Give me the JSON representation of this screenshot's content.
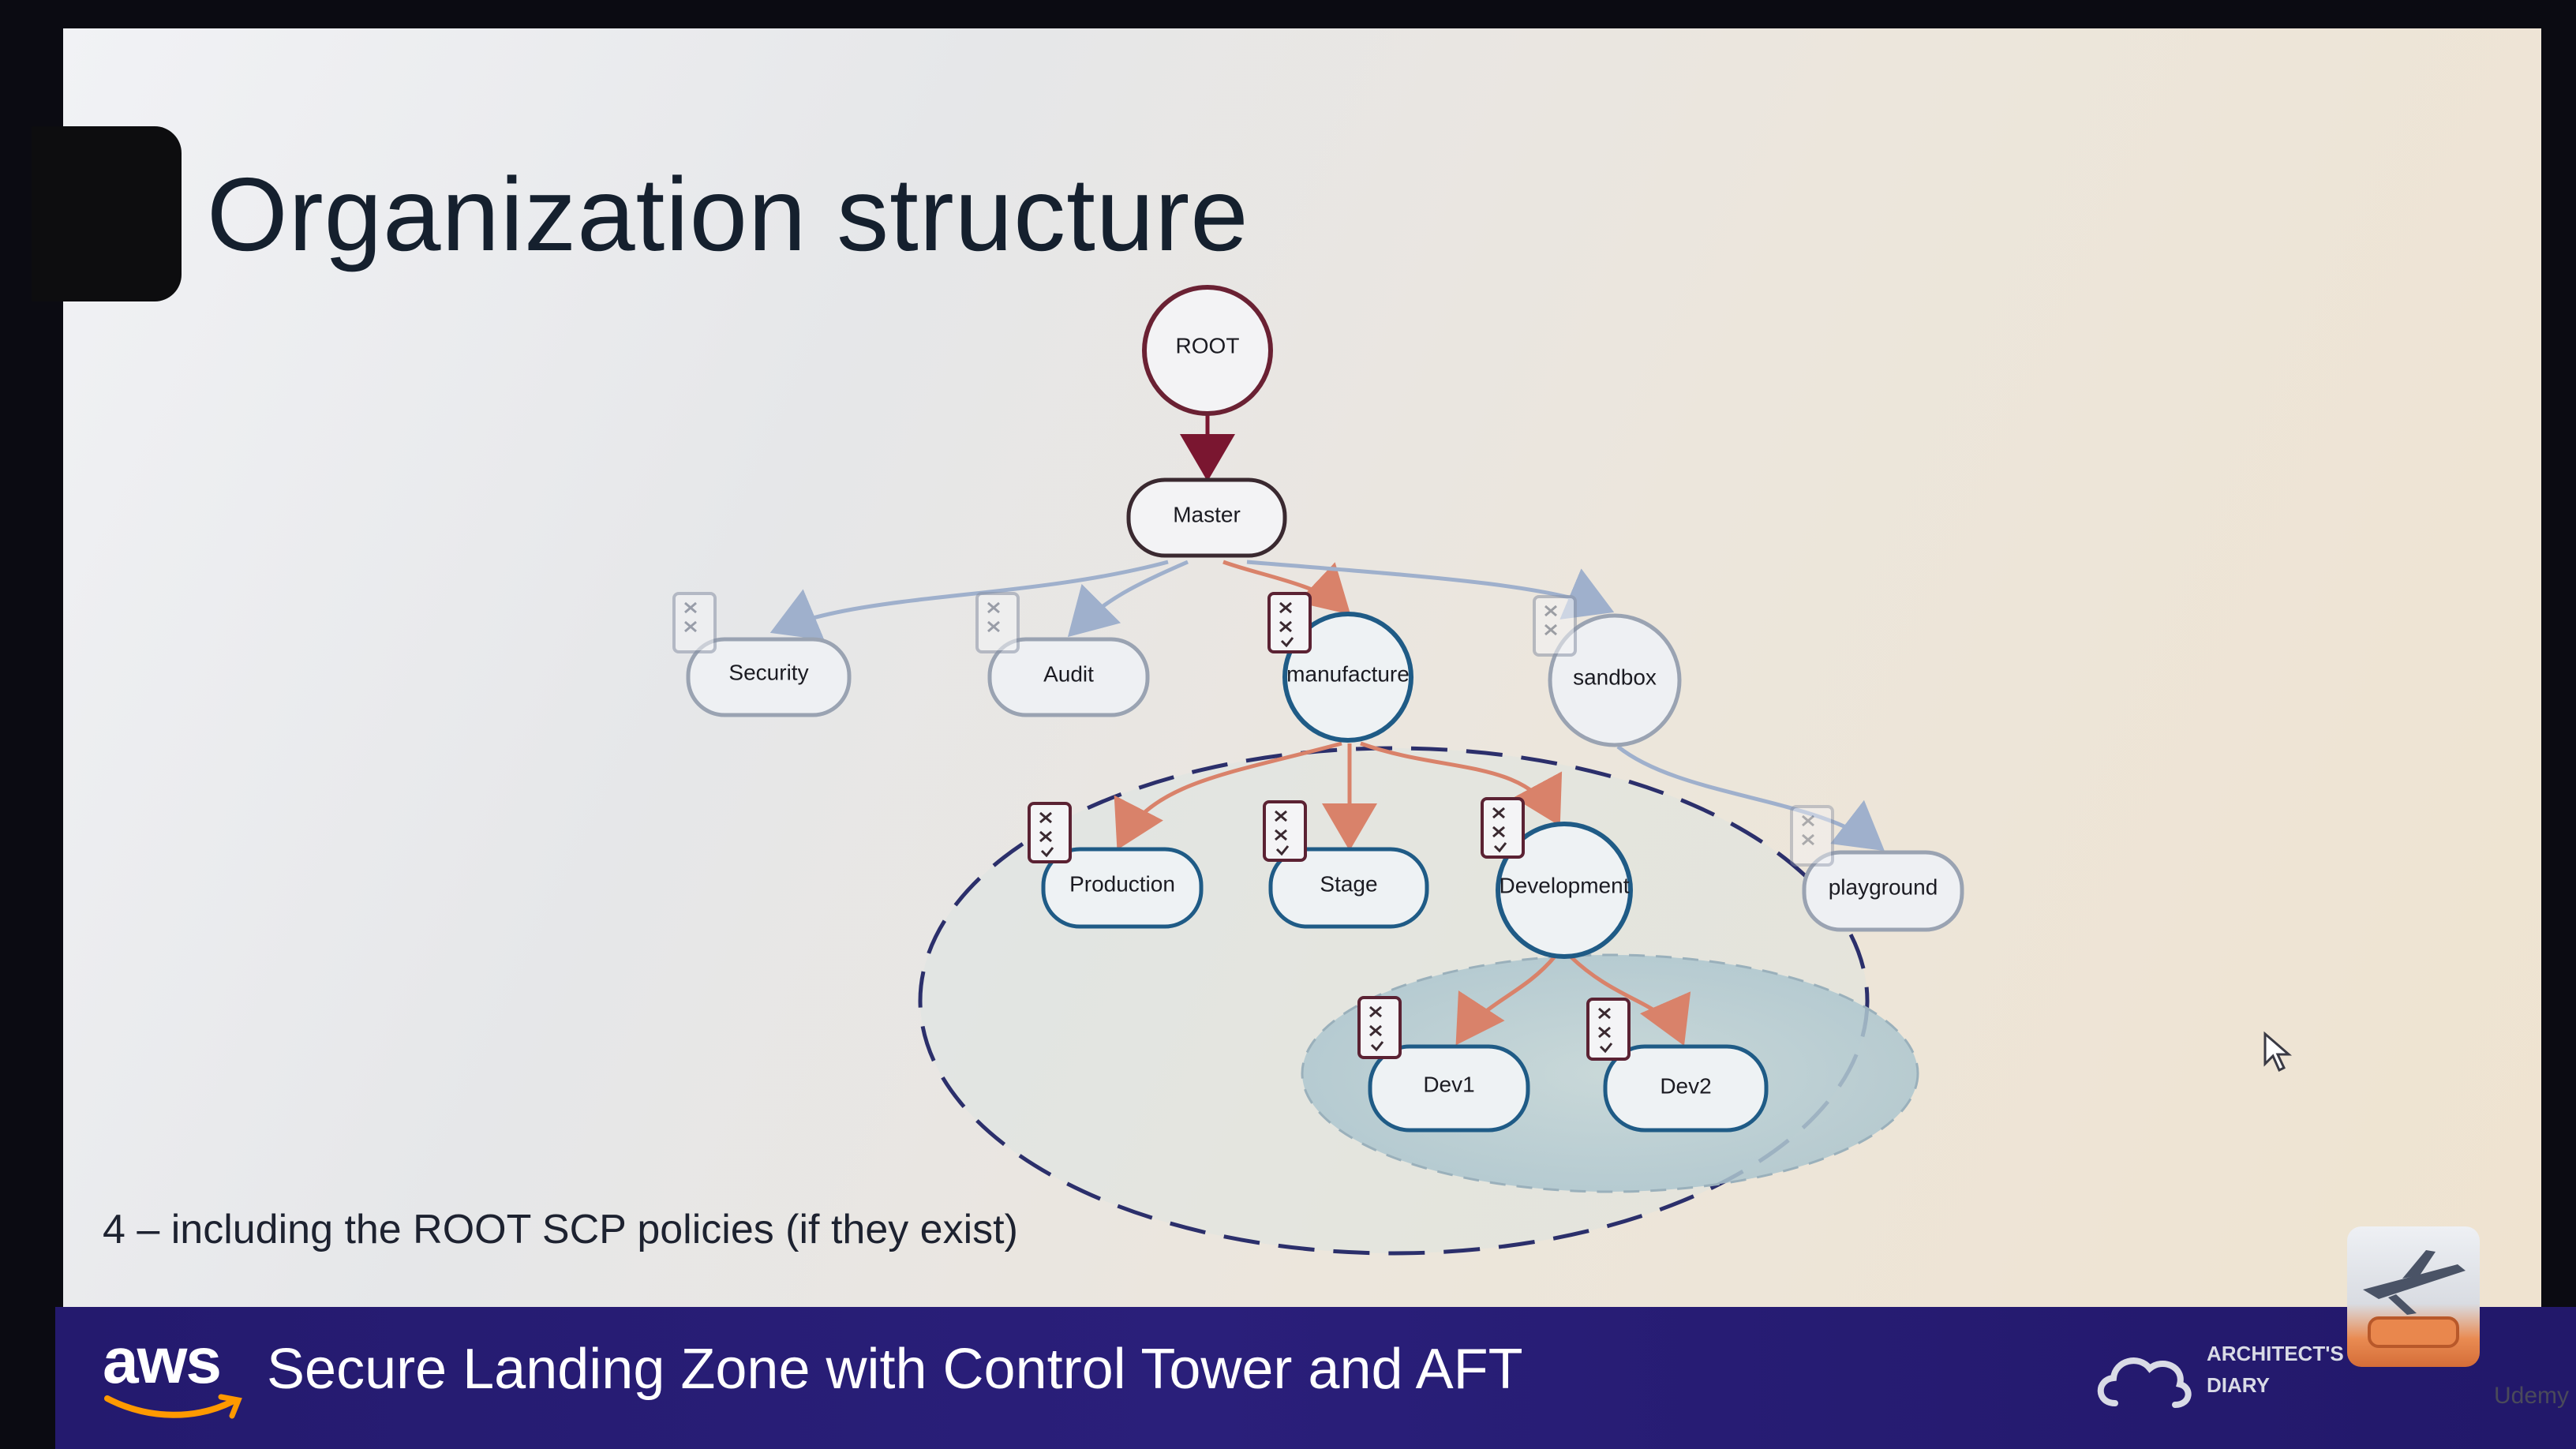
{
  "slide": {
    "title": "Organization structure",
    "footnote": "4 – including the ROOT SCP policies (if they exist)"
  },
  "diagram": {
    "nodes": {
      "root": "ROOT",
      "master": "Master",
      "security": "Security",
      "audit": "Audit",
      "manufacture": "manufacture",
      "sandbox": "sandbox",
      "production": "Production",
      "stage": "Stage",
      "development": "Development",
      "playground": "playground",
      "dev1": "Dev1",
      "dev2": "Dev2"
    },
    "colors": {
      "root_arrow": "#7a1630",
      "policy_arrow": "#d9826a",
      "plain_arrow": "#9fb0cc",
      "node_blue": "#1f5b86",
      "node_dark": "#3a2930",
      "node_faded": "#9aa3b2",
      "scp_border": "#5b2233",
      "dashed_ellipse": "#2b2f6b",
      "inner_fill": "#b8ced4"
    },
    "scp_icon": "scp-policy-icon"
  },
  "footer": {
    "brand": "aws",
    "course_title": "Secure Landing Zone with Control Tower and AFT",
    "partner_line1": "ARCHITECT'S",
    "partner_line2": "DIARY",
    "platform": "Udemy",
    "bar_color": "#261b72"
  }
}
